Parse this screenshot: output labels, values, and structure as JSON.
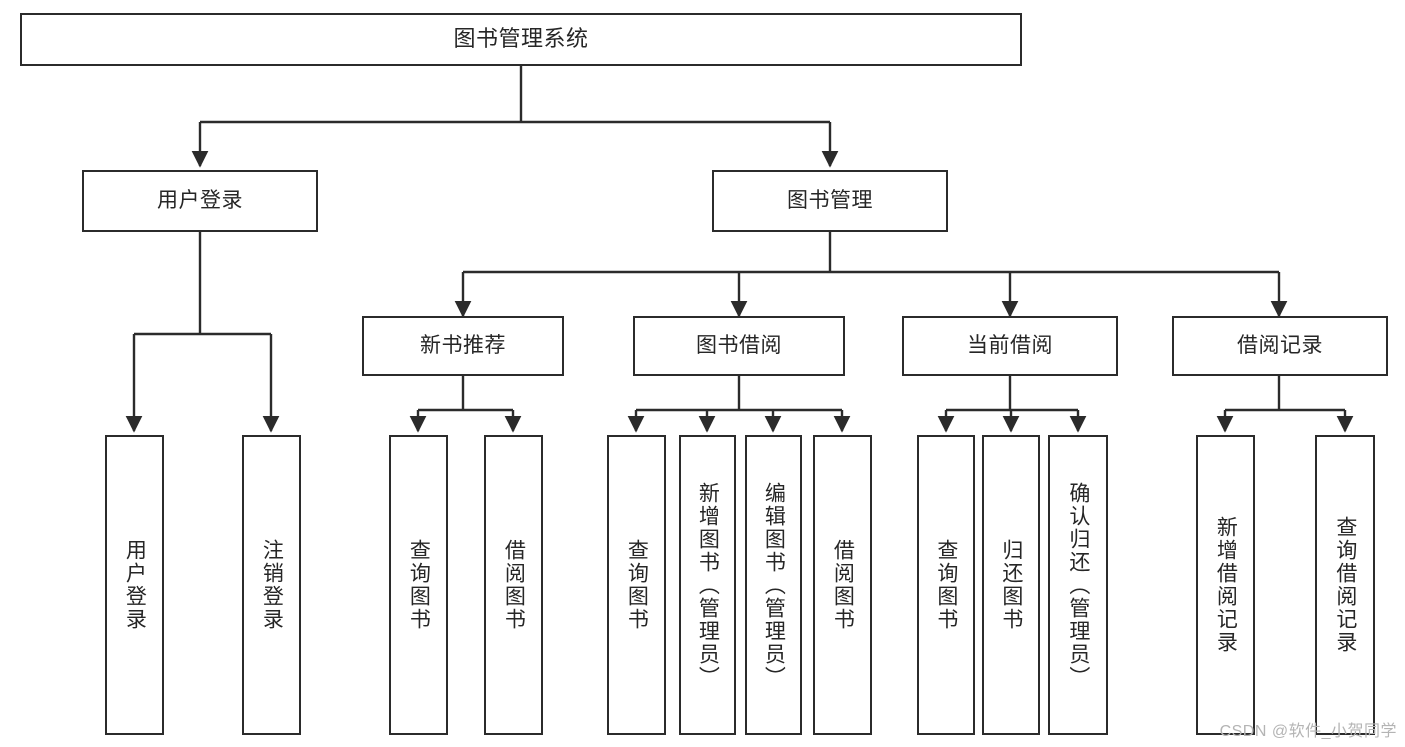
{
  "diagram": {
    "type": "tree",
    "title": "图书管理系统",
    "root": {
      "label": "图书管理系统",
      "children": [
        {
          "label": "用户登录",
          "children": [
            {
              "label": "用户登录"
            },
            {
              "label": "注销登录"
            }
          ]
        },
        {
          "label": "图书管理",
          "children": [
            {
              "label": "新书推荐",
              "children": [
                {
                  "label": "查询图书"
                },
                {
                  "label": "借阅图书"
                }
              ]
            },
            {
              "label": "图书借阅",
              "children": [
                {
                  "label": "查询图书"
                },
                {
                  "label": "新增图书（管理员）"
                },
                {
                  "label": "编辑图书（管理员）"
                },
                {
                  "label": "借阅图书"
                }
              ]
            },
            {
              "label": "当前借阅",
              "children": [
                {
                  "label": "查询图书"
                },
                {
                  "label": "归还图书"
                },
                {
                  "label": "确认归还（管理员）"
                }
              ]
            },
            {
              "label": "借阅记录",
              "children": [
                {
                  "label": "新增借阅记录"
                },
                {
                  "label": "查询借阅记录"
                }
              ]
            }
          ]
        }
      ]
    }
  },
  "nodes": {
    "root_title": "图书管理系统",
    "l1_user_login": "用户登录",
    "l1_book_manage": "图书管理",
    "l2_new_book": "新书推荐",
    "l2_borrow": "图书借阅",
    "l2_current": "当前借阅",
    "l2_record": "借阅记录",
    "leaf_user_login": "用户登录",
    "leaf_logout": "注销登录",
    "leaf_nb_query": "查询图书",
    "leaf_nb_borrow": "借阅图书",
    "leaf_bb_query": "查询图书",
    "leaf_bb_add": "新增图书（管理员）",
    "leaf_bb_edit": "编辑图书（管理员）",
    "leaf_bb_borrow": "借阅图书",
    "leaf_cb_query": "查询图书",
    "leaf_cb_return": "归还图书",
    "leaf_cb_confirm": "确认归还（管理员）",
    "leaf_rc_add": "新增借阅记录",
    "leaf_rc_query": "查询借阅记录"
  },
  "watermark": {
    "text": "CSDN @软件_小贺同学"
  },
  "colors": {
    "stroke": "#2b2b2b",
    "text": "#262626",
    "background": "#ffffff",
    "watermark": "#b4b4b4"
  }
}
